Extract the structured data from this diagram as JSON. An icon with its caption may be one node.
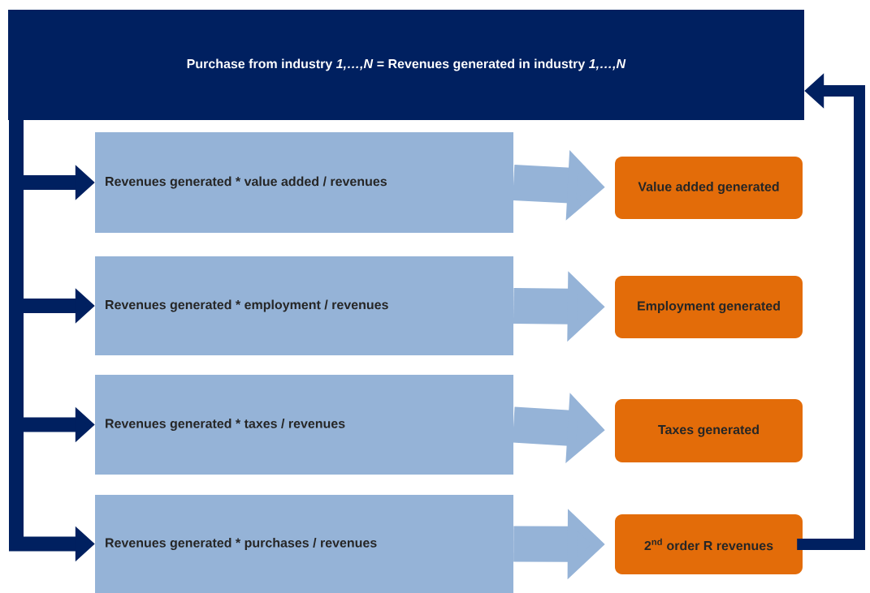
{
  "diagram": {
    "nodes": [
      {
        "text": [
          "Purchase from industry *1,…,N* = Revenues generated in industry *1,…,N*"
        ]
      },
      {
        "text": [
          "Revenues generated * value added / revenues"
        ]
      },
      {
        "text": [
          "Revenues generated * employment / revenues"
        ]
      },
      {
        "text": [
          "Revenues generated * taxes / revenues"
        ]
      },
      {
        "text": [
          "Revenues generated * purchases / revenues"
        ]
      },
      {
        "text": [
          "Value added generated"
        ]
      },
      {
        "text": [
          "Employment generated"
        ]
      },
      {
        "text": [
          "Taxes generated"
        ]
      },
      {
        "text": [
          "2$^{nd}$ order R revenues"
        ]
      }
    ],
    "edges": [
      {
        "from": 0,
        "to": 1,
        "arrow": "to"
      },
      {
        "from": 0,
        "to": 2,
        "arrow": "to"
      },
      {
        "from": 0,
        "to": 3,
        "arrow": "to"
      },
      {
        "from": 0,
        "to": 4,
        "arrow": "to"
      },
      {
        "from": 1,
        "to": 5,
        "arrow": "to",
        "style": "thick",
        "color": "#95b3d7"
      },
      {
        "from": 2,
        "to": 6,
        "arrow": "to",
        "style": "thick",
        "color": "#95b3d7"
      },
      {
        "from": 3,
        "to": 7,
        "arrow": "to",
        "style": "thick",
        "color": "#95b3d7"
      },
      {
        "from": 4,
        "to": 8,
        "arrow": "to",
        "style": "thick",
        "color": "#95b3d7"
      },
      {
        "from": 8,
        "to": 0,
        "arrow": "to"
      }
    ]
  }
}
